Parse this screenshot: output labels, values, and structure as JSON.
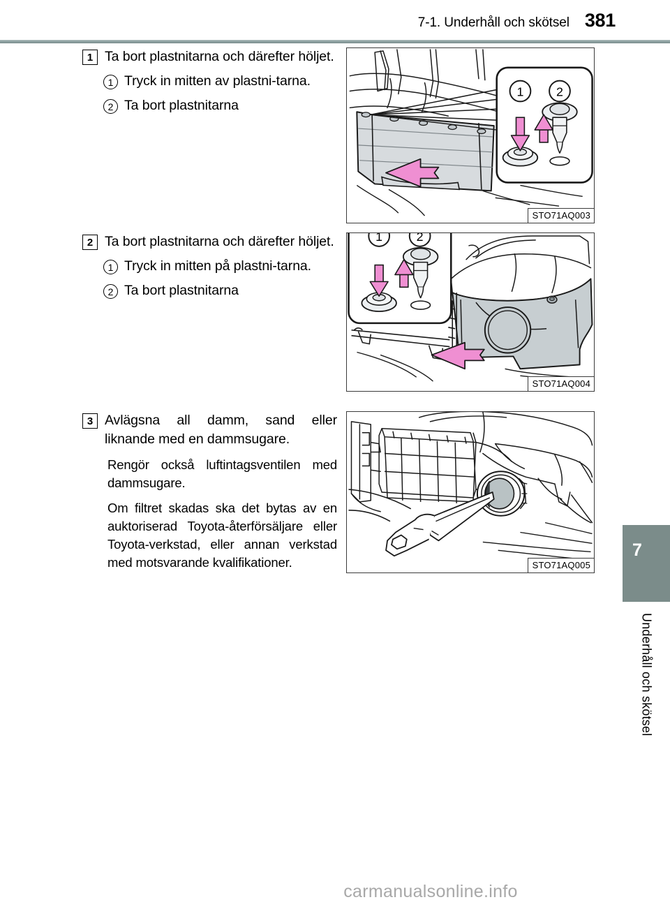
{
  "header": {
    "section": "7-1. Underhåll och skötsel",
    "page_number": "381"
  },
  "side_tab": {
    "chapter_number": "7",
    "chapter_label": "Underhåll och skötsel",
    "color": "#7b8c8a"
  },
  "steps": [
    {
      "number": "1",
      "title": "Ta bort plastnitarna och därefter höljet.",
      "substeps": [
        {
          "marker": "1",
          "text": "Tryck in mitten av plastni-tarna."
        },
        {
          "marker": "2",
          "text": "Ta bort plastnitarna"
        }
      ],
      "figure": {
        "code": "STO71AQ003",
        "callouts": [
          "1",
          "2"
        ],
        "accent_color": "#ef8fd2",
        "panel_fill": "#d9dde0"
      }
    },
    {
      "number": "2",
      "title": "Ta bort plastnitarna och därefter höljet.",
      "substeps": [
        {
          "marker": "1",
          "text": "Tryck in mitten på plastni-tarna."
        },
        {
          "marker": "2",
          "text": "Ta bort plastnitarna"
        }
      ],
      "figure": {
        "code": "STO71AQ004",
        "callouts": [
          "1",
          "2"
        ],
        "accent_color": "#ef8fd2",
        "panel_fill": "#d9dde0"
      }
    },
    {
      "number": "3",
      "title": "Avlägsna all damm, sand eller liknande med en dammsugare.",
      "paragraphs": [
        "Rengör också luftintagsventilen med dammsugare.",
        "Om filtret skadas ska det bytas av en auktoriserad Toyota-återförsäljare eller Toyota-verkstad, eller annan verkstad med motsvarande kvalifikationer."
      ],
      "figure": {
        "code": "STO71AQ005",
        "callouts": [],
        "accent_color": "#ef8fd2",
        "panel_fill": "#b9c2c4"
      }
    }
  ],
  "watermark": "carmanualsonline.info"
}
